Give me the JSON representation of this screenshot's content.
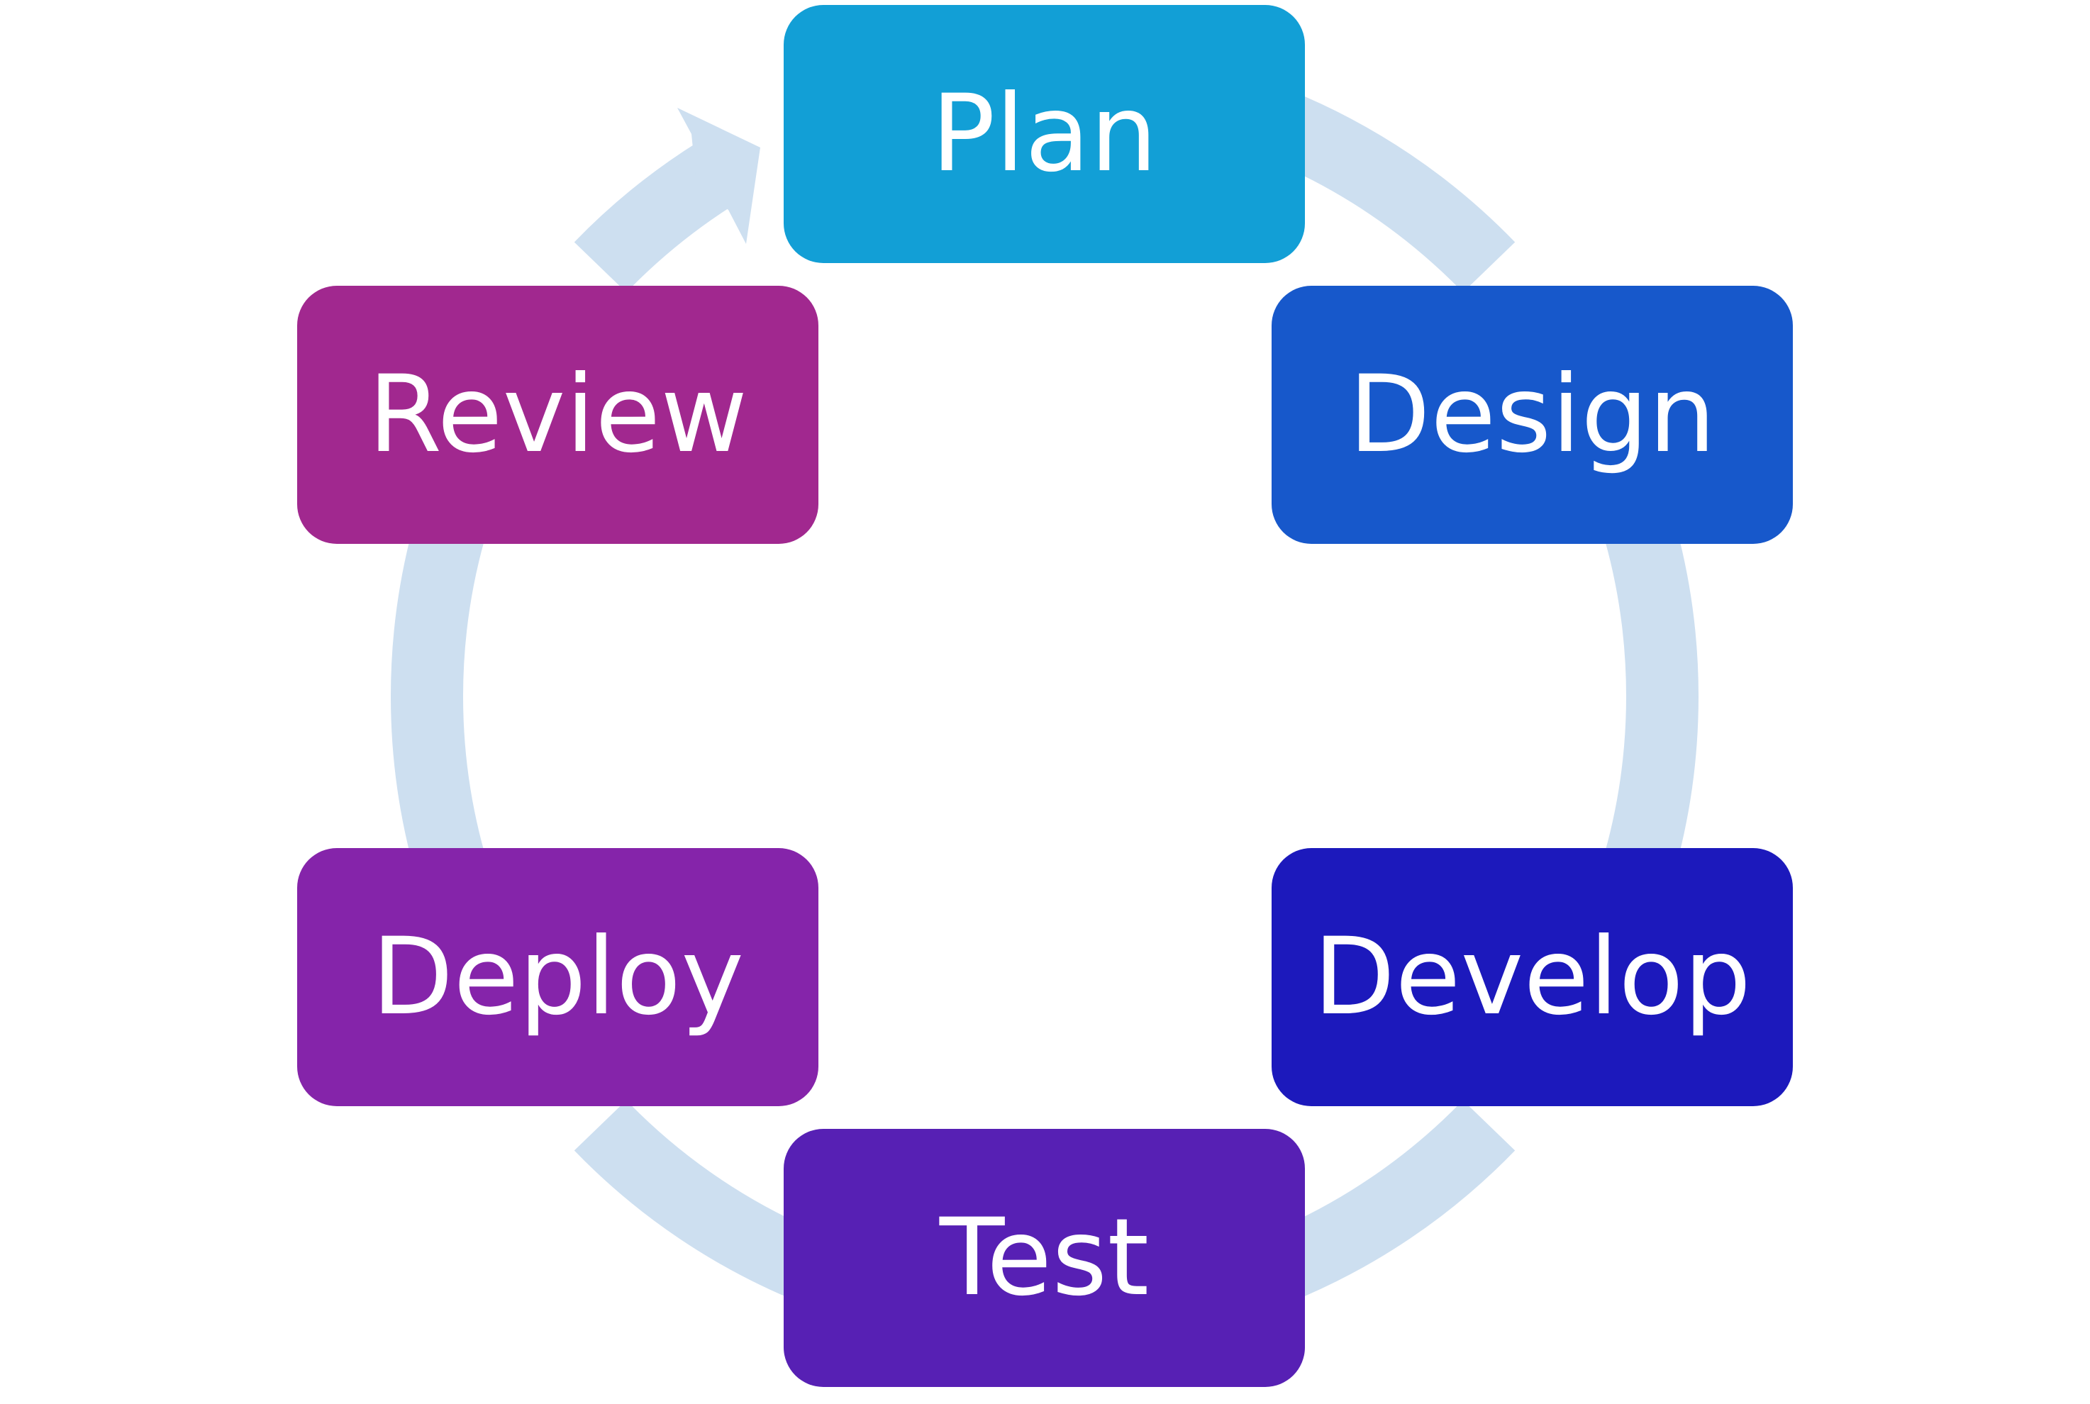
{
  "diagram": {
    "type": "cycle",
    "ring_color": "#cddff0",
    "steps": [
      {
        "id": "plan",
        "label": "Plan",
        "color": "#129fd6"
      },
      {
        "id": "design",
        "label": "Design",
        "color": "#1758cb"
      },
      {
        "id": "develop",
        "label": "Develop",
        "color": "#1c19bc"
      },
      {
        "id": "test",
        "label": "Test",
        "color": "#5720b4"
      },
      {
        "id": "deploy",
        "label": "Deploy",
        "color": "#8524aa"
      },
      {
        "id": "review",
        "label": "Review",
        "color": "#a1288f"
      }
    ]
  }
}
